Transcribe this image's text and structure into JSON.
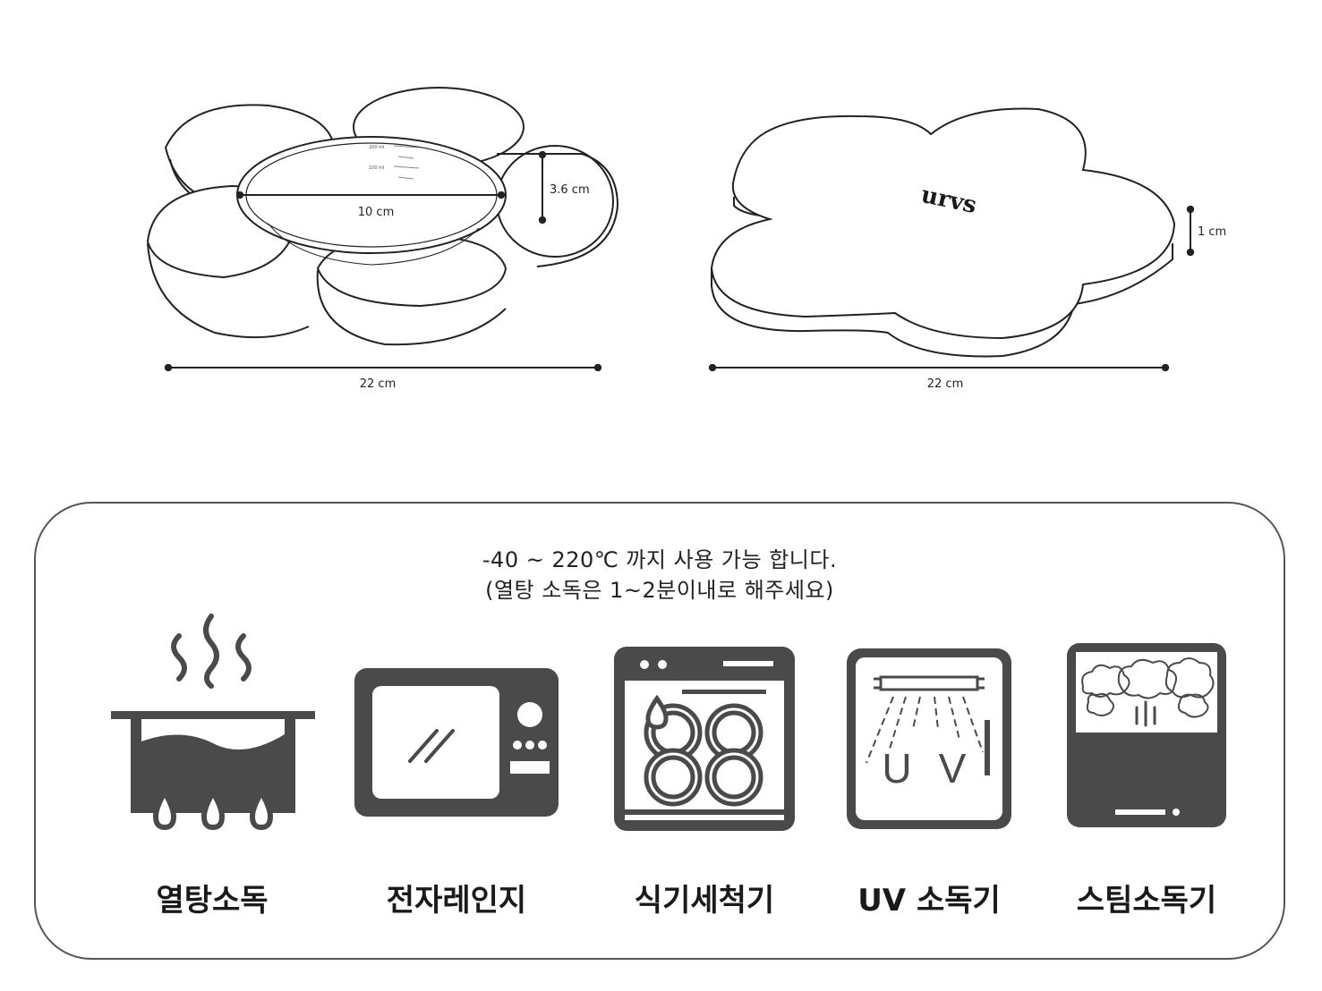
{
  "tray": {
    "measures": {
      "tick_200": "200 ml",
      "tick_100": "100 ml"
    },
    "inner_width": "10 cm",
    "depth": "3.6 cm",
    "width": "22 cm"
  },
  "lid": {
    "logo": "urvs",
    "thickness": "1 cm",
    "width": "22 cm"
  },
  "care": {
    "notice_line1": "-40 ~ 220℃ 까지 사용 가능 합니다.",
    "notice_line2": "(열탕 소독은 1~2분이내로 해주세요)",
    "methods": [
      {
        "label": "열탕소독",
        "icon": "boiling-pot-icon"
      },
      {
        "label": "전자레인지",
        "icon": "microwave-icon"
      },
      {
        "label": "식기세척기",
        "icon": "dishwasher-icon"
      },
      {
        "label": "UV 소독기",
        "icon": "uv-sterilizer-icon"
      },
      {
        "label": "스팀소독기",
        "icon": "steam-sterilizer-icon"
      }
    ],
    "uv_text": "UV"
  },
  "colors": {
    "icon": "#4a4a4a",
    "line": "#222222",
    "panel_border": "#555555"
  }
}
